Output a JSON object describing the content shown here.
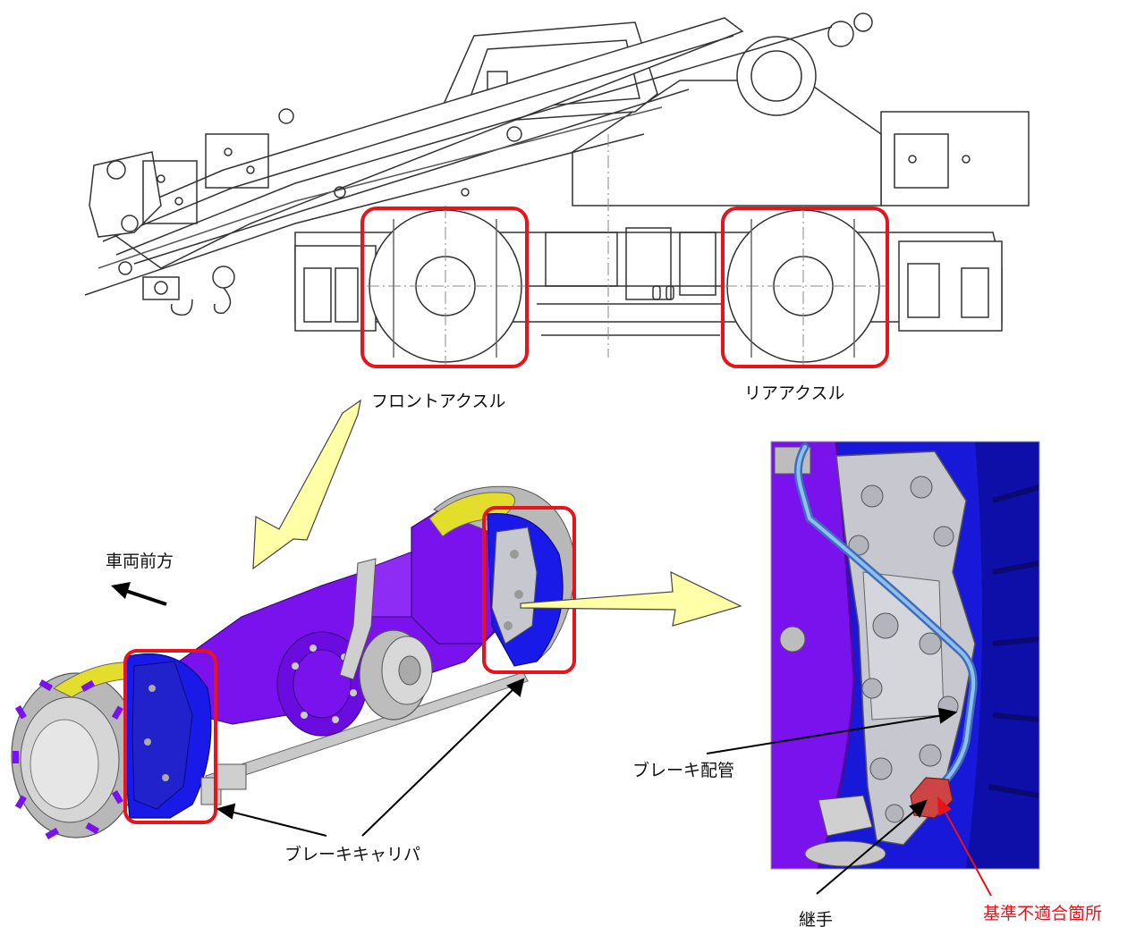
{
  "labels": {
    "front_axle": "フロントアクスル",
    "rear_axle": "リアアクスル",
    "vehicle_front": "車両前方",
    "brake_caliper": "ブレーキキャリパ",
    "brake_pipe": "ブレーキ配管",
    "joint": "継手",
    "nonconforming": "基準不適合箇所"
  },
  "colors": {
    "highlight_box": "#e8141b",
    "callout_arrow_fill": "#ffffa8",
    "axle_housing": "#7a12ee",
    "brake_disc": "#1a1ae8",
    "brake_caliper": "#c7c7cf",
    "hub_yellow": "#e3dd2c",
    "brake_pipe": "#6ea8e6",
    "nonconforming_joint": "#cc4444"
  }
}
